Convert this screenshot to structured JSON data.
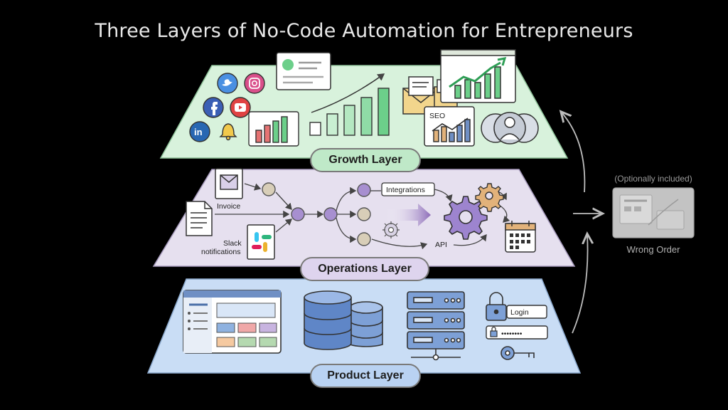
{
  "title": "Three Layers of No-Code Automation for Entrepreneurs",
  "layers": {
    "growth": {
      "label": "Growth Layer",
      "color": "#d8f2dc",
      "seo": "SEO"
    },
    "operations": {
      "label": "Operations Layer",
      "color": "#e6e0ef",
      "invoice": "Invoice",
      "slack_line1": "Slack",
      "slack_line2": "notifications",
      "integrations": "Integrations",
      "api": "API"
    },
    "product": {
      "label": "Product Layer",
      "color": "#c9ddf5",
      "login": "Login",
      "password": "••••••••"
    }
  },
  "side": {
    "optional": "(Optionally included)",
    "wrong_order": "Wrong Order"
  },
  "icons": [
    "twitter-icon",
    "instagram-icon",
    "facebook-icon",
    "youtube-icon",
    "linkedin-icon",
    "bell-icon",
    "email-icon",
    "document-icon",
    "slack-icon",
    "gear-icon",
    "calendar-icon",
    "database-icon",
    "server-icon",
    "lock-icon",
    "key-icon",
    "user-icon"
  ]
}
